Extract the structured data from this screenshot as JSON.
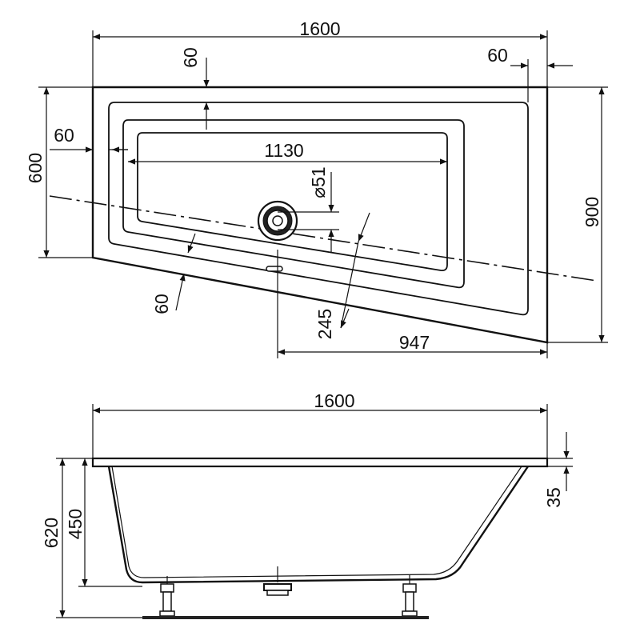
{
  "top_view": {
    "dimensions": {
      "overall_length": "1600",
      "rim_right": "60",
      "rim_top": "60",
      "rim_left": "60",
      "short_side_width": "600",
      "long_side_width": "900",
      "inner_length": "1130",
      "drain_diameter": "⌀51",
      "rim_front": "60",
      "drain_offset": "245",
      "straight_section": "947"
    }
  },
  "side_view": {
    "dimensions": {
      "overall_length": "1600",
      "total_height": "620",
      "tub_height": "450",
      "rim_thickness": "35"
    }
  }
}
